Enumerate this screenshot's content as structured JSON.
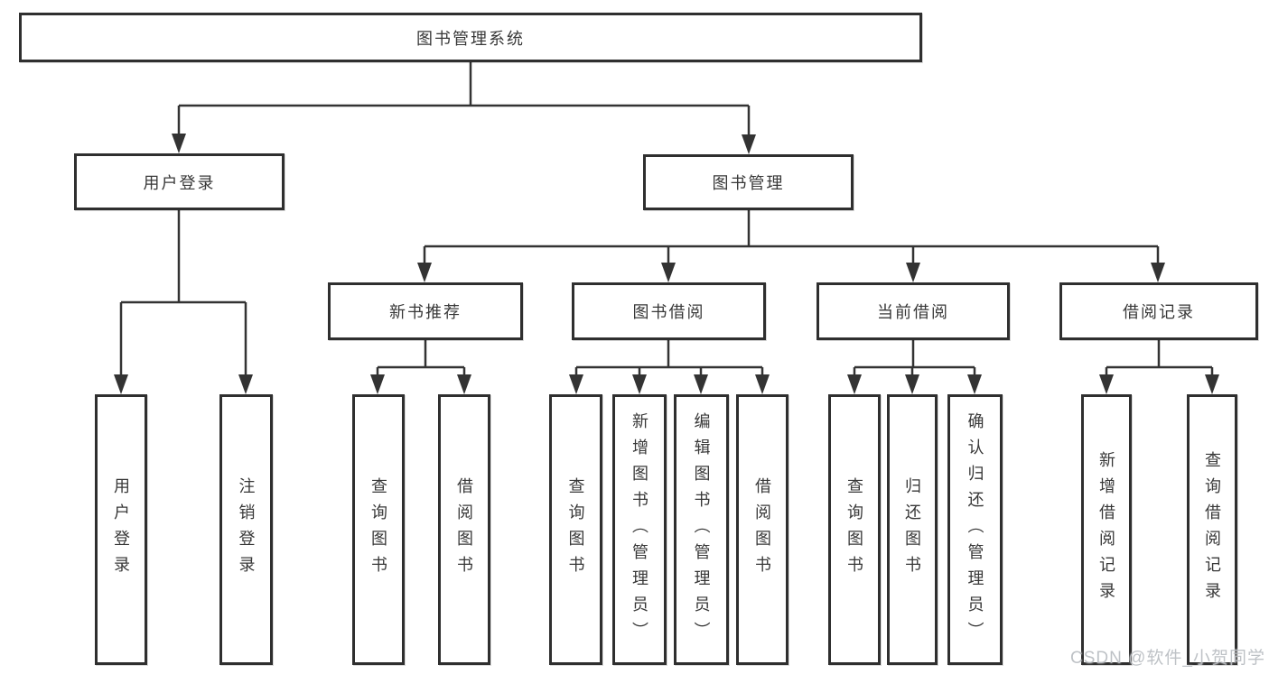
{
  "diagram_title": "图书管理系统",
  "tree": {
    "root": {
      "label": "图书管理系统"
    },
    "branches": [
      {
        "label": "用户登录",
        "leaves": [
          {
            "label": "用户登录"
          },
          {
            "label": "注销登录"
          }
        ]
      },
      {
        "label": "图书管理",
        "groups": [
          {
            "label": "新书推荐",
            "leaves": [
              {
                "label": "查询图书"
              },
              {
                "label": "借阅图书"
              }
            ]
          },
          {
            "label": "图书借阅",
            "leaves": [
              {
                "label": "查询图书"
              },
              {
                "label": "新增图书（管理员）"
              },
              {
                "label": "编辑图书（管理员）"
              },
              {
                "label": "借阅图书"
              }
            ]
          },
          {
            "label": "当前借阅",
            "leaves": [
              {
                "label": "查询图书"
              },
              {
                "label": "归还图书"
              },
              {
                "label": "确认归还（管理员）"
              }
            ]
          },
          {
            "label": "借阅记录",
            "leaves": [
              {
                "label": "新增借阅记录"
              },
              {
                "label": "查询借阅记录"
              }
            ]
          }
        ]
      }
    ]
  },
  "watermark": {
    "text": "CSDN @软件_小贺同学"
  },
  "colors": {
    "line": "#333333",
    "box_border": "#2f2f2f",
    "text": "#383838",
    "watermark": "#b9bdc2",
    "background": "#ffffff"
  }
}
